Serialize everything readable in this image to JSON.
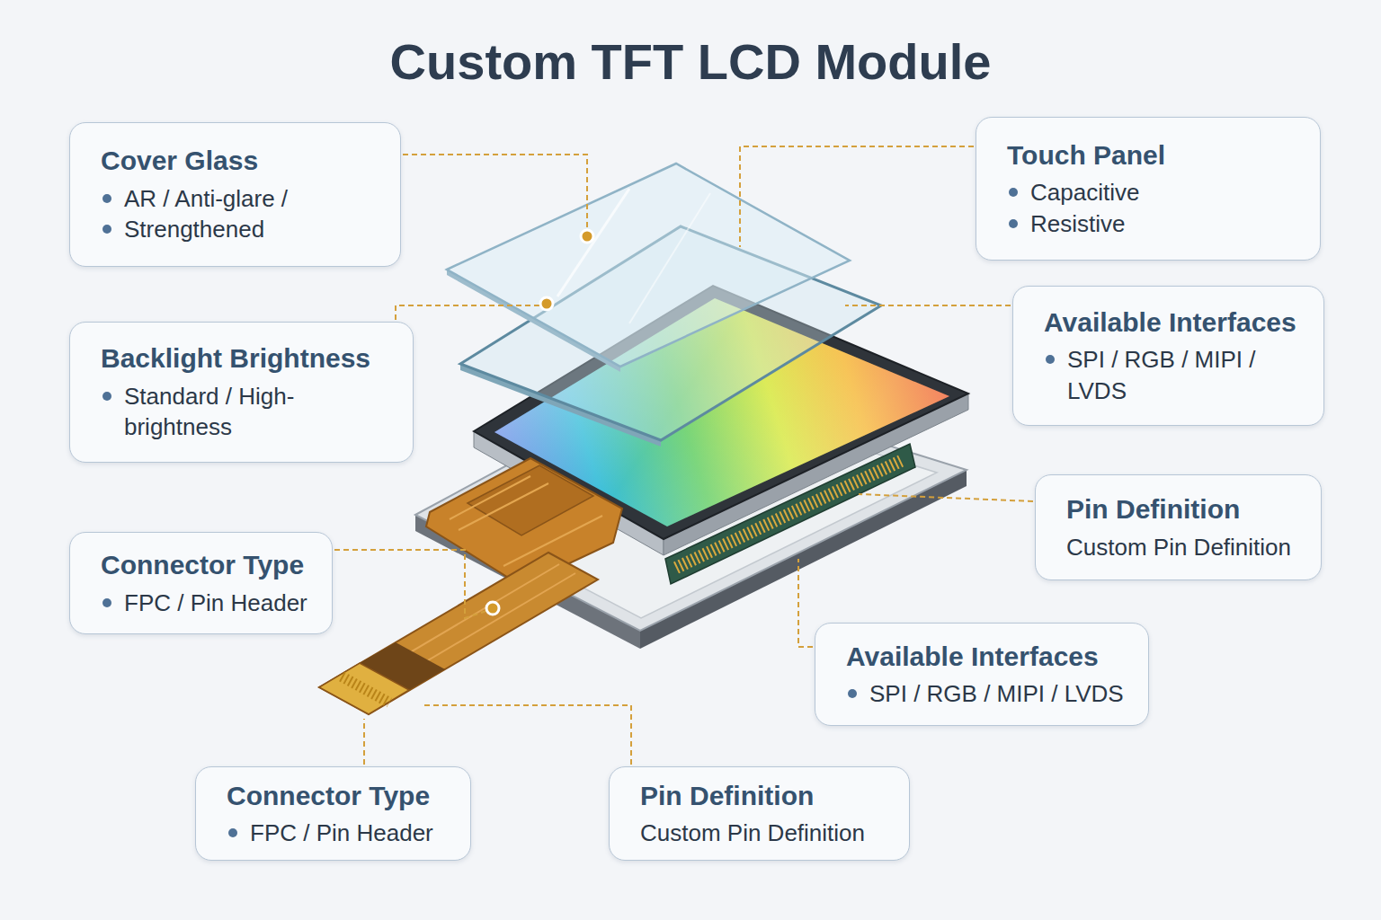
{
  "diagram": {
    "title": "Custom TFT LCD Module",
    "nodes": [
      {
        "text": [
          "Cover Glass",
          "AR / Anti-glare /",
          "Strengthened"
        ]
      },
      {
        "text": [
          "Touch Panel",
          "Capacitive",
          "Resistive"
        ]
      },
      {
        "text": [
          "Available Interfaces",
          "SPI / RGB / MIPI / LVDS"
        ]
      },
      {
        "text": [
          "Backlight Brightness",
          "Standard / High-brightness"
        ]
      },
      {
        "text": [
          "Pin Definition",
          "Custom Pin Definition"
        ]
      },
      {
        "text": [
          "Connector Type",
          "FPC / Pin Header"
        ]
      },
      {
        "text": [
          "Available Interfaces",
          "SPI / RGB / MIPI / LVDS"
        ]
      },
      {
        "text": [
          "Connector Type",
          "FPC / Pin Header"
        ]
      },
      {
        "text": [
          "Pin Definition",
          "Custom Pin Definition"
        ]
      }
    ]
  }
}
